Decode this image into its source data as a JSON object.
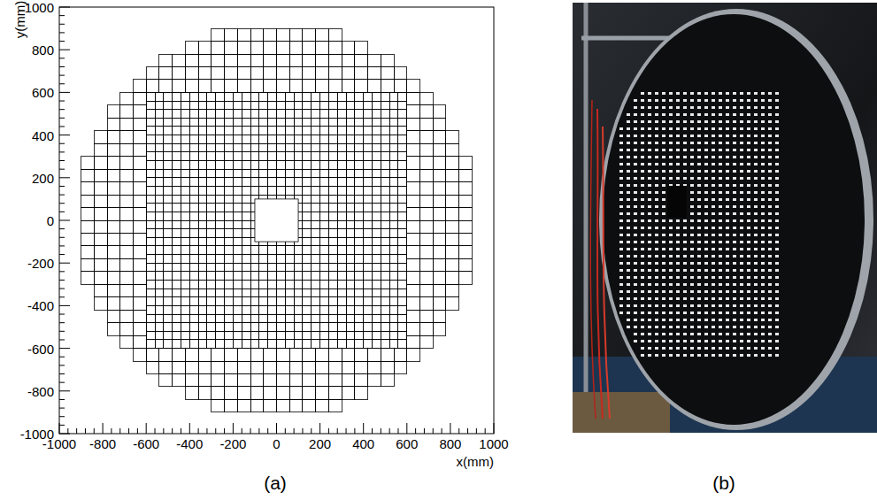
{
  "diagram": {
    "labels": [
      "1000",
      "800",
      "600",
      "400",
      "200",
      "0",
      "-200",
      "-400",
      "-600",
      "-800",
      "-1000",
      "y(mm)",
      "-1000",
      "-800",
      "-600",
      "-400",
      "-200",
      "0",
      "200",
      "400",
      "600",
      "800",
      "1000",
      "x(mm)",
      "(a)",
      "(b)"
    ]
  }
}
